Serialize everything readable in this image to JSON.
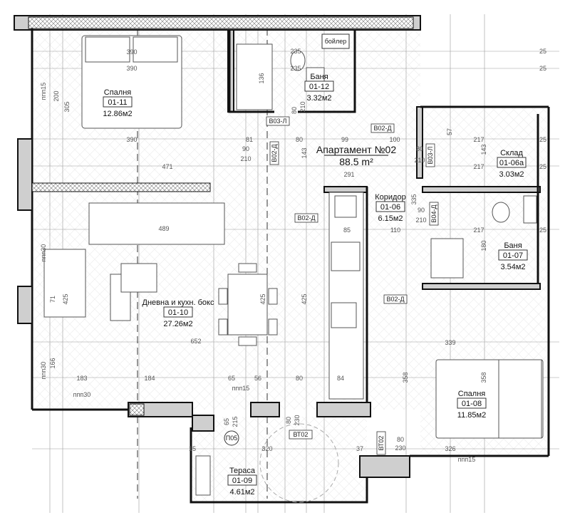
{
  "apartment": {
    "title": "Апартамент №02",
    "area": "88.5 m²"
  },
  "rooms": [
    {
      "name": "Спалня",
      "number": "01-11",
      "area": "12.86м2"
    },
    {
      "name": "Баня",
      "number": "01-12",
      "area": "3.32м2"
    },
    {
      "name": "Склад",
      "number": "01-06а",
      "area": "3.03м2"
    },
    {
      "name": "Коридор",
      "number": "01-06",
      "area": "6.15м2"
    },
    {
      "name": "Баня",
      "number": "01-07",
      "area": "3.54м2"
    },
    {
      "name": "Дневна и кухн. бокс",
      "number": "01-10",
      "area": "27.26м2"
    },
    {
      "name": "Спалня",
      "number": "01-08",
      "area": "11.85м2"
    },
    {
      "name": "Тераса",
      "number": "01-09",
      "area": "4.61м2"
    }
  ],
  "boiler_label": "бойлер",
  "door_tags": [
    "В03-Л",
    "В02-Д",
    "В02-Д",
    "В03-Л",
    "В02-Д",
    "В04-Д",
    "В02-Д",
    "ВТ02",
    "ВТ02"
  ],
  "column_tag": "П05",
  "dimensions": [
    "390",
    "390",
    "390",
    "200",
    "305",
    "ппп15",
    "471",
    "489",
    "425",
    "71",
    "ппп30",
    "166",
    "ппп30",
    "183",
    "184",
    "65",
    "56",
    "80",
    "84",
    "652",
    "425",
    "425",
    "ппп30",
    "ппп15",
    "136",
    "235",
    "235",
    "81",
    "80",
    "99",
    "100",
    "143",
    "291",
    "90",
    "210",
    "335",
    "85",
    "110",
    "217",
    "217",
    "217",
    "57",
    "143",
    "180",
    "25",
    "25",
    "25",
    "25",
    "25",
    "339",
    "358",
    "358",
    "326",
    "ппп15",
    "320",
    "15",
    "37",
    "80",
    "230",
    "215",
    "65",
    "80",
    "230",
    "80",
    "210",
    "80",
    "210",
    "90",
    "210"
  ]
}
